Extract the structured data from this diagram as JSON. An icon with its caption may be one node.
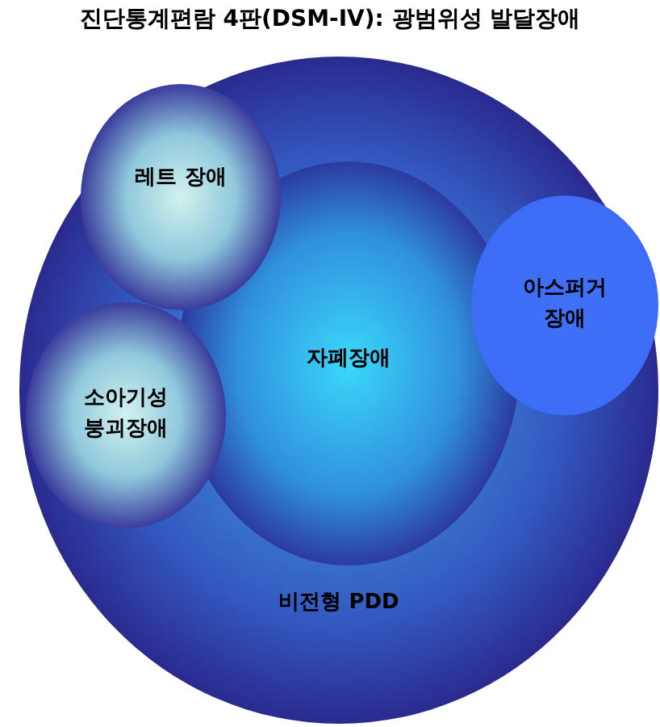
{
  "diagram": {
    "title": "진단통계편람 4판(DSM-IV): 광범위성 발달장애",
    "nodes": [
      {
        "text": [
          "비전형 PDD"
        ]
      },
      {
        "text": [
          "자폐장애"
        ],
        "in": 0
      },
      {
        "text": [
          "레트 장애"
        ],
        "in": 0
      },
      {
        "text": [
          "소아기성 붕괴장애"
        ],
        "in": 0
      },
      {
        "text": [
          "아스퍼거 장애"
        ],
        "in": 0
      }
    ]
  }
}
